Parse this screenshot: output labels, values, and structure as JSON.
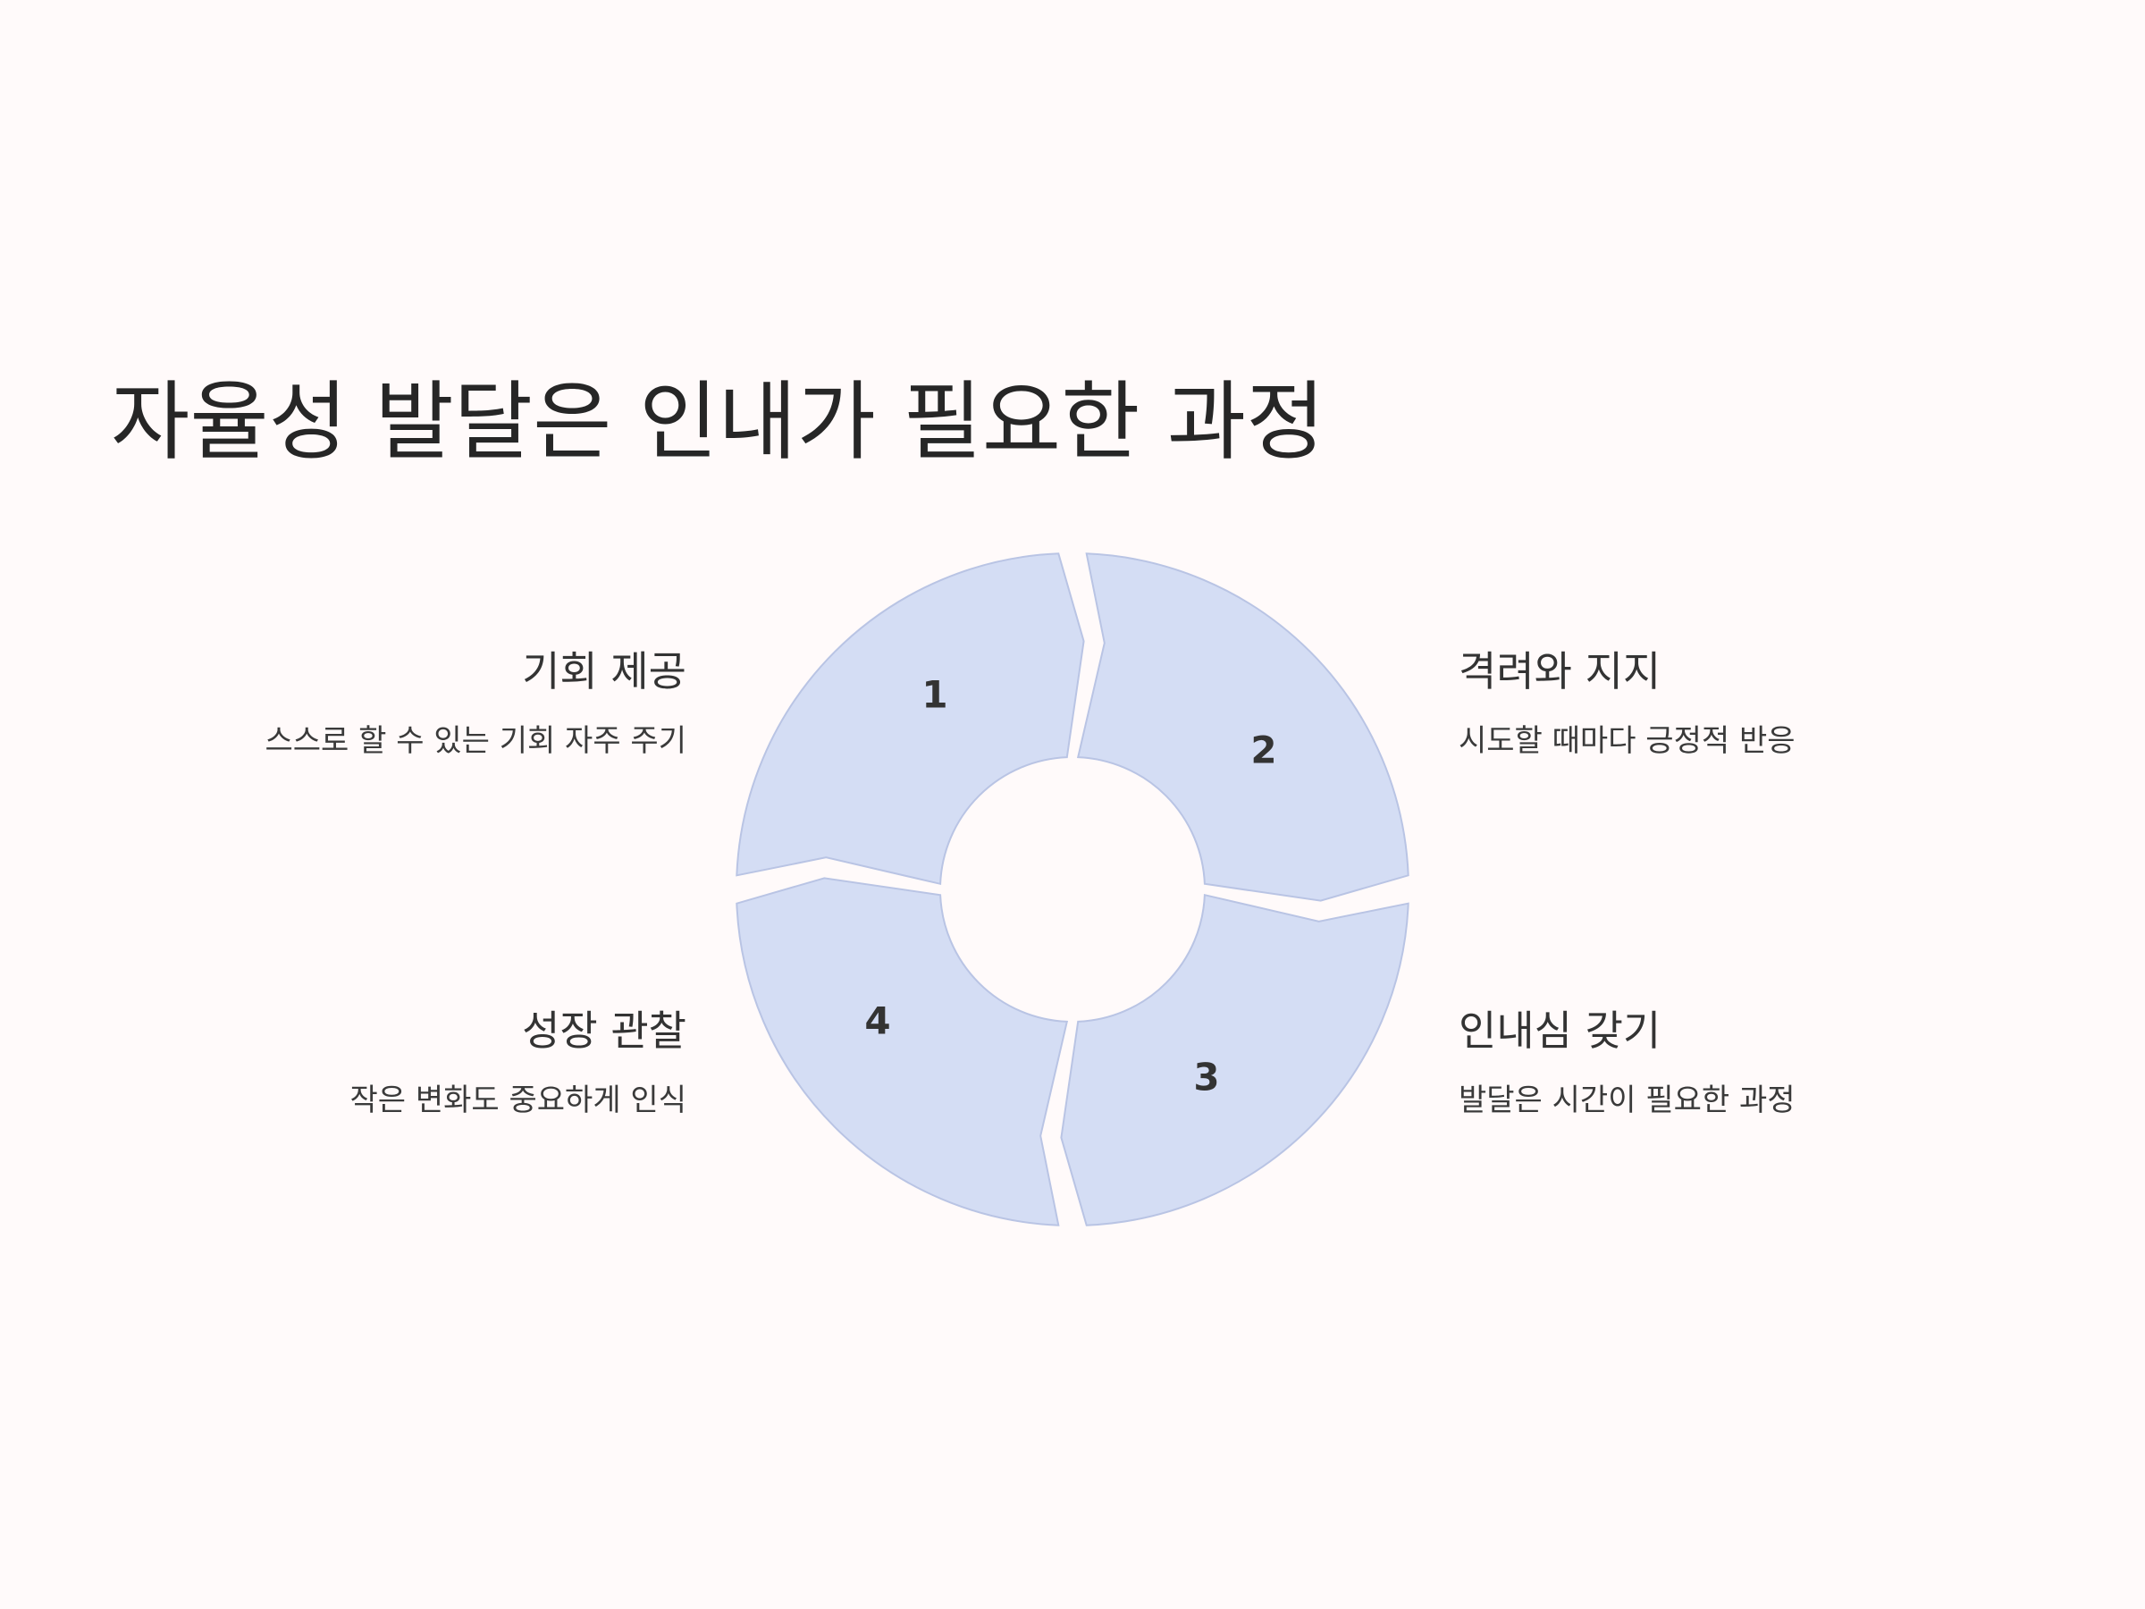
{
  "title": "자율성 발달은 인내가 필요한 과정",
  "colors": {
    "segment_fill": "#d4ddf4",
    "segment_stroke": "#b9c4e4",
    "background": "#fffafa",
    "text": "#333333"
  },
  "steps": [
    {
      "number": "1",
      "title": "기회 제공",
      "description": "스스로 할 수 있는 기회 자주 주기"
    },
    {
      "number": "2",
      "title": "격려와 지지",
      "description": "시도할 때마다 긍정적 반응"
    },
    {
      "number": "3",
      "title": "인내심 갖기",
      "description": "발달은 시간이 필요한 과정"
    },
    {
      "number": "4",
      "title": "성장 관찰",
      "description": "작은 변화도 중요하게 인식"
    }
  ]
}
